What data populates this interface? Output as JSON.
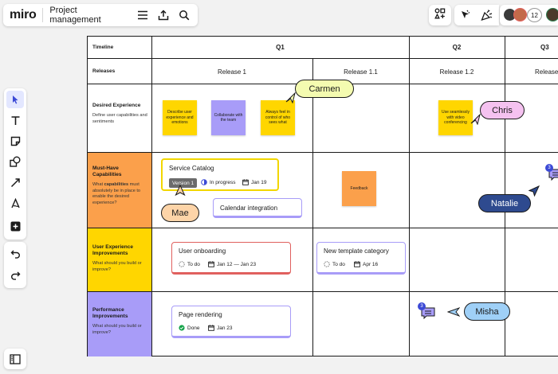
{
  "app": {
    "logo": "miro",
    "board_title": "Project management"
  },
  "toolbar": {
    "icons": [
      "menu-icon",
      "share-icon",
      "search-icon"
    ]
  },
  "top_right": {
    "icons": [
      "apps-icon",
      "cursor-tool-icon",
      "celebrate-icon"
    ],
    "avatar_count": "12"
  },
  "left_tools": [
    "select-icon",
    "text-icon",
    "sticky-note-icon",
    "shapes-icon",
    "pen-icon",
    "draw-icon",
    "add-icon",
    "undo-icon",
    "redo-icon",
    "panel-icon"
  ],
  "board": {
    "header": {
      "timeline": "Timeline",
      "releases": "Releases"
    },
    "quarters": [
      "Q1",
      "Q2",
      "Q3"
    ],
    "releases": [
      "Release 1",
      "Release 1.1",
      "Release 1.2",
      "Release"
    ],
    "rows": [
      {
        "title": "Desired Experience",
        "desc": "Define user capabilities and sentiments",
        "color": "#ffffff"
      },
      {
        "title": "Must-Have Capabilities",
        "desc_pre": "What ",
        "desc_bold": "capabilities",
        "desc_post": " must absolutely be in place to enable the desired experience?",
        "color": "#fba04b"
      },
      {
        "title": "User Experience Improvements",
        "desc": "What should you build or improve?",
        "color": "#ffd600"
      },
      {
        "title": "Performance Improvements",
        "desc": "What should you build or improve?",
        "color": "#a89cf8"
      }
    ]
  },
  "stickies": [
    {
      "text": "Describe user experience and emotions",
      "color": "#ffd600"
    },
    {
      "text": "Collaborate with the team",
      "color": "#a89cf8"
    },
    {
      "text": "Always feel in control of who sees what",
      "color": "#ffd600"
    },
    {
      "text": "Feedback",
      "color": "#fba04b"
    },
    {
      "text": "Use seamlessly with video conferencing",
      "color": "#ffd600"
    }
  ],
  "cards": {
    "service_catalog": {
      "title": "Service Catalog",
      "chip": "Version 1",
      "status": "In progress",
      "date": "Jan 19",
      "color": "#f2d600"
    },
    "calendar": {
      "title": "Calendar integration",
      "color": "#a89cf8"
    },
    "onboarding": {
      "title": "User onboarding",
      "status": "To do",
      "date": "Jan 12 — Jan 23",
      "color": "#e0605e"
    },
    "template": {
      "title": "New template category",
      "status": "To do",
      "date": "Apr 16",
      "color": "#a89cf8"
    },
    "rendering": {
      "title": "Page rendering",
      "status": "Done",
      "date": "Jan 23",
      "color": "#a89cf8"
    }
  },
  "cursors": {
    "carmen": {
      "name": "Carmen",
      "color": "#f4fbb0"
    },
    "chris": {
      "name": "Chris",
      "color": "#f5c2f0"
    },
    "mae": {
      "name": "Mae",
      "color": "#fdd4a8"
    },
    "natalie": {
      "name": "Natalie",
      "color": "#2e4a8f"
    },
    "misha": {
      "name": "Misha",
      "color": "#9fd0f7"
    }
  },
  "comments": [
    {
      "count": "3"
    },
    {
      "count": "3"
    }
  ]
}
